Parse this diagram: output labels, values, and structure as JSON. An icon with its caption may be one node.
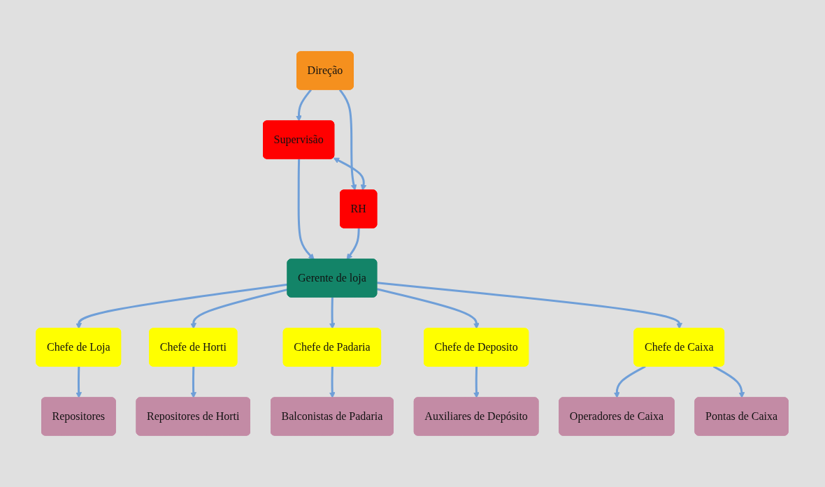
{
  "diagram": {
    "nodes": [
      {
        "text": [
          "Direção"
        ]
      },
      {
        "text": [
          "Supervisão"
        ]
      },
      {
        "text": [
          "RH"
        ]
      },
      {
        "text": [
          "Gerente de loja"
        ]
      },
      {
        "text": [
          "Chefe de Loja"
        ]
      },
      {
        "text": [
          "Chefe de Horti"
        ]
      },
      {
        "text": [
          "Chefe de Padaria"
        ]
      },
      {
        "text": [
          "Chefe de Deposito"
        ]
      },
      {
        "text": [
          "Chefe de Caixa"
        ]
      },
      {
        "text": [
          "Repositores"
        ]
      },
      {
        "text": [
          "Repositores de Horti"
        ]
      },
      {
        "text": [
          "Balconistas de Padaria"
        ]
      },
      {
        "text": [
          "Auxiliares de Depósito"
        ]
      },
      {
        "text": [
          "Operadores de Caixa"
        ]
      },
      {
        "text": [
          "Pontas de Caixa"
        ]
      }
    ],
    "edges": [
      {
        "from": 0,
        "to": 1,
        "arrow": "to"
      },
      {
        "from": 0,
        "to": 2,
        "arrow": "to"
      },
      {
        "from": 1,
        "to": 2,
        "arrow": "both"
      },
      {
        "from": 1,
        "to": 3,
        "arrow": "to"
      },
      {
        "from": 2,
        "to": 3,
        "arrow": "to"
      },
      {
        "from": 3,
        "to": 4,
        "arrow": "to"
      },
      {
        "from": 3,
        "to": 5,
        "arrow": "to"
      },
      {
        "from": 3,
        "to": 6,
        "arrow": "to"
      },
      {
        "from": 3,
        "to": 7,
        "arrow": "to"
      },
      {
        "from": 3,
        "to": 8,
        "arrow": "to"
      },
      {
        "from": 4,
        "to": 9,
        "arrow": "to"
      },
      {
        "from": 5,
        "to": 10,
        "arrow": "to"
      },
      {
        "from": 6,
        "to": 11,
        "arrow": "to"
      },
      {
        "from": 7,
        "to": 12,
        "arrow": "to"
      },
      {
        "from": 8,
        "to": 13,
        "arrow": "to"
      },
      {
        "from": 8,
        "to": 14,
        "arrow": "to"
      }
    ]
  }
}
